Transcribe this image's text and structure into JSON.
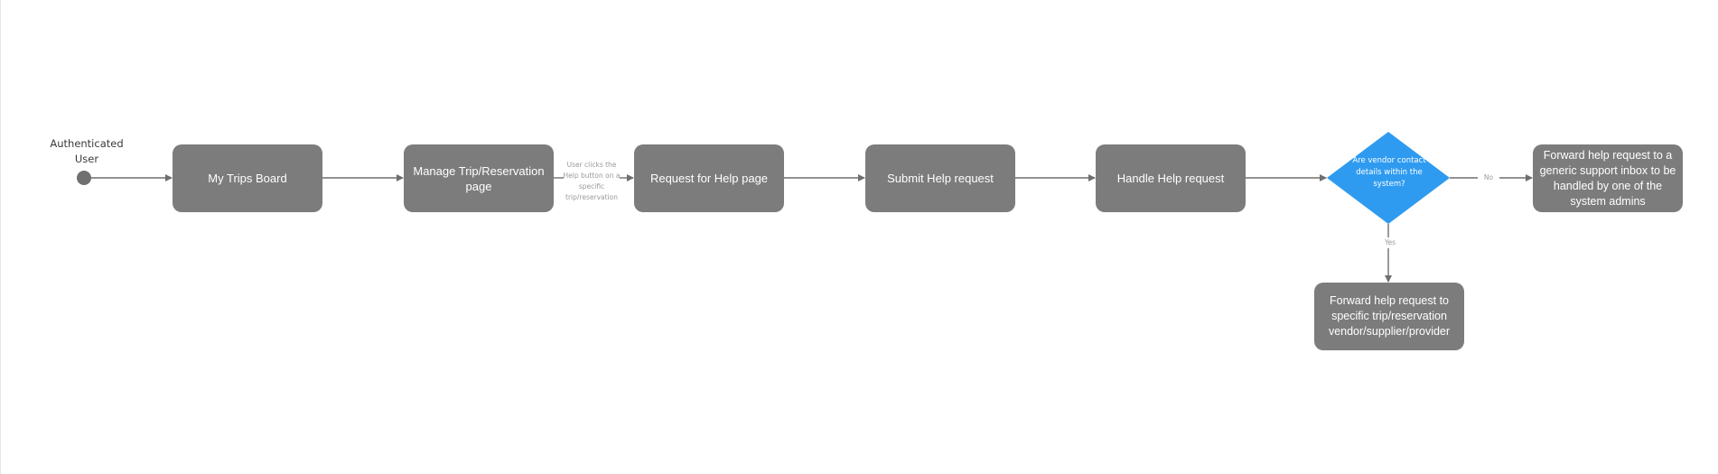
{
  "diagram": {
    "start": {
      "label": "Authenticated User"
    },
    "nodes": [
      {
        "id": "my-trips-board",
        "label": "My Trips Board"
      },
      {
        "id": "manage-trip",
        "label": "Manage Trip/Reservation page"
      },
      {
        "id": "request-help-page",
        "label": "Request for Help page"
      },
      {
        "id": "submit-help",
        "label": "Submit Help request"
      },
      {
        "id": "handle-help",
        "label": "Handle Help request"
      },
      {
        "id": "forward-vendor",
        "label": "Forward help request to specific trip/reservation vendor/supplier/provider"
      },
      {
        "id": "forward-generic",
        "label": "Forward help request to a generic support inbox to be handled by one of the system admins"
      }
    ],
    "decision": {
      "label": "Are vendor contact details within the system?"
    },
    "edge_labels": {
      "help_button": "User clicks the Help button on a specific trip/reservation",
      "no": "No",
      "yes": "Yes"
    },
    "colors": {
      "node_fill": "#7c7c7c",
      "decision_fill": "#2f9bf0",
      "connector": "#6f6f6f",
      "start_fill": "#707070"
    }
  }
}
